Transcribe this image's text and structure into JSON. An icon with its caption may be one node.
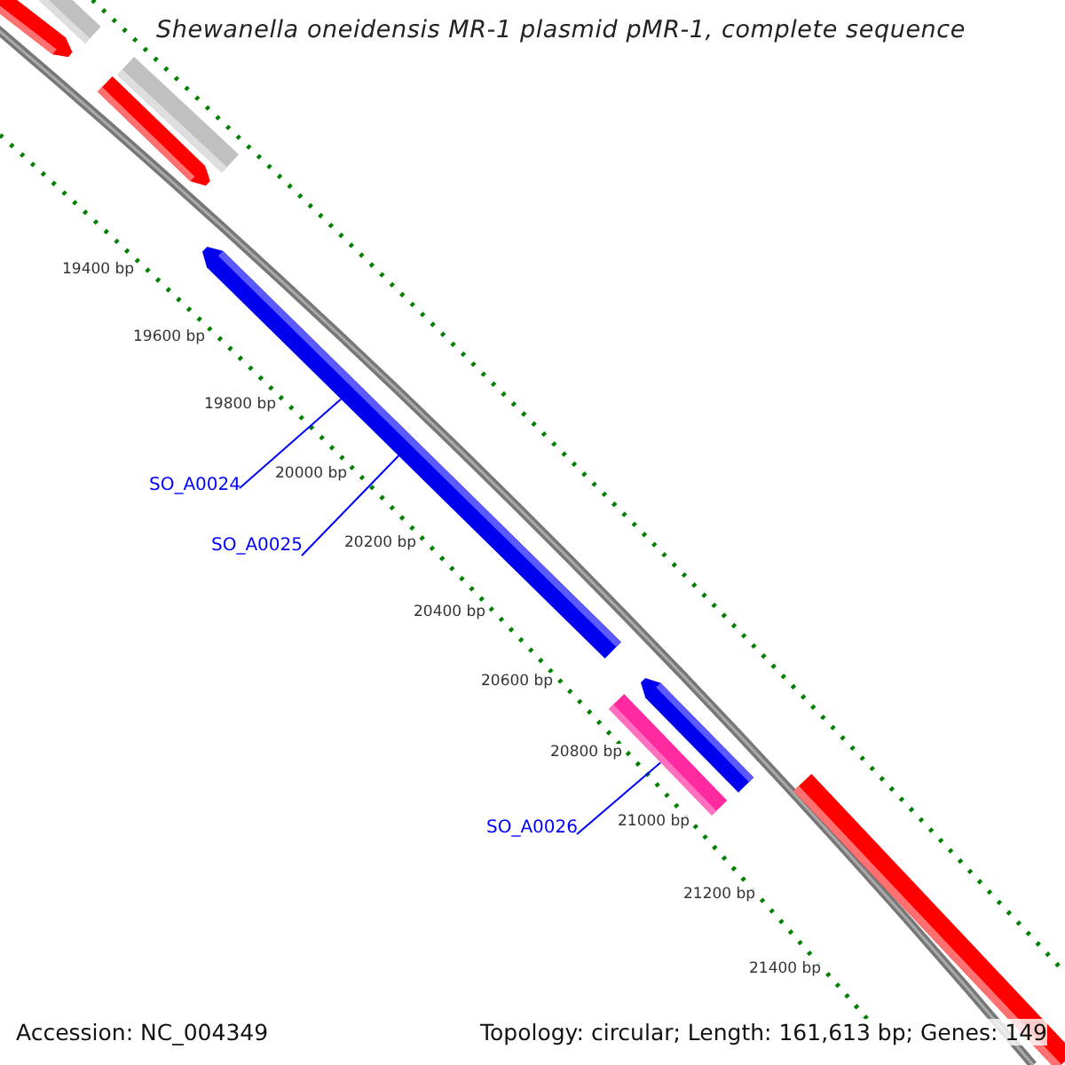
{
  "diagram": {
    "title": "Shewanella oneidensis MR-1 plasmid pMR-1, complete sequence",
    "nodes": [
      {
        "text": [],
        "shape": "arrow"
      },
      {
        "text": [],
        "shape": "bar"
      },
      {
        "text": [],
        "shape": "bar"
      },
      {
        "text": [],
        "shape": "arrow"
      },
      {
        "text": [],
        "shape": "arrow"
      },
      {
        "text": [
          "SO_A0024"
        ]
      },
      {
        "text": [
          "SO_A0025"
        ]
      },
      {
        "text": [],
        "shape": "arrow"
      },
      {
        "text": [],
        "shape": "bar"
      },
      {
        "text": [
          "SO_A0026"
        ]
      },
      {
        "text": [],
        "shape": "bar"
      }
    ],
    "edges": [
      {
        "from": 5,
        "to": 4,
        "arrow": "none"
      },
      {
        "from": 6,
        "to": 4,
        "arrow": "none"
      },
      {
        "from": 9,
        "to": 8,
        "arrow": "none"
      }
    ],
    "labels": [
      "19400 bp",
      "19600 bp",
      "19800 bp",
      "20000 bp",
      "20200 bp",
      "20400 bp",
      "20600 bp",
      "20800 bp",
      "21000 bp",
      "21200 bp",
      "21400 bp",
      "Accession: NC_004349",
      "Topology: circular; Length: 161,613 bp; Genes: 149"
    ]
  }
}
